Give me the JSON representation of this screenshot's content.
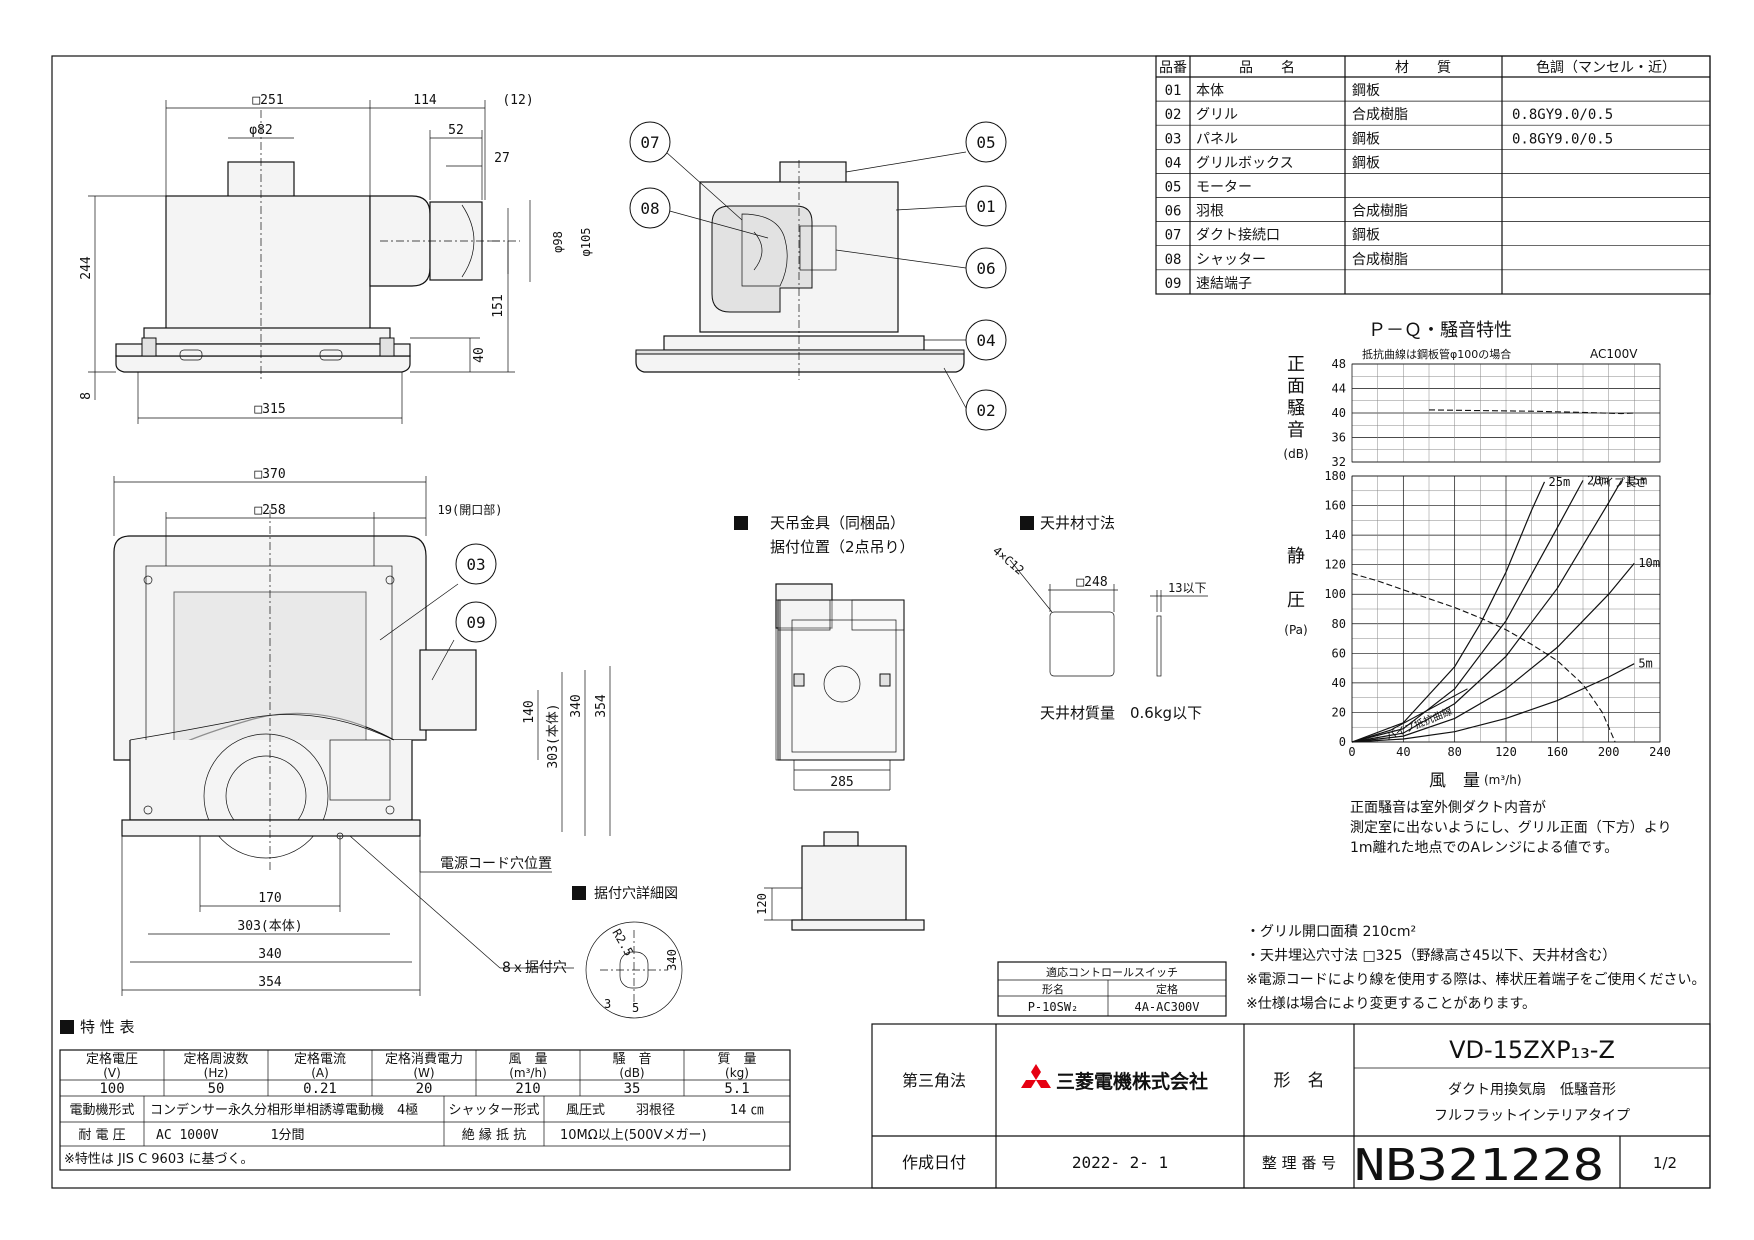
{
  "parts_table": {
    "headers": [
      "品番",
      "品　　名",
      "材　　質",
      "色調（マンセル・近）"
    ],
    "rows": [
      [
        "01",
        "本体",
        "鋼板",
        ""
      ],
      [
        "02",
        "グリル",
        "合成樹脂",
        "0.8GY9.0/0.5"
      ],
      [
        "03",
        "パネル",
        "鋼板",
        "0.8GY9.0/0.5"
      ],
      [
        "04",
        "グリルボックス",
        "鋼板",
        ""
      ],
      [
        "05",
        "モーター",
        "",
        ""
      ],
      [
        "06",
        "羽根",
        "合成樹脂",
        ""
      ],
      [
        "07",
        "ダクト接続口",
        "鋼板",
        ""
      ],
      [
        "08",
        "シャッター",
        "合成樹脂",
        ""
      ],
      [
        "09",
        "速結端子",
        "",
        ""
      ]
    ]
  },
  "dims_front": [
    "□251",
    "φ82",
    "114",
    "(12)",
    "52",
    "27",
    "φ98",
    "φ105",
    "244",
    "151",
    "40",
    "8",
    "□315"
  ],
  "dims_bottom": [
    "□370",
    "□258",
    "19(開口部)",
    "140",
    "303(本体)",
    "340",
    "354",
    "170",
    "303(本体)",
    "340",
    "354"
  ],
  "callouts": [
    "01",
    "02",
    "03",
    "04",
    "05",
    "06",
    "07",
    "08",
    "09"
  ],
  "notes_bottom": {
    "power_cord": "電源コード穴位置",
    "mount_holes": "8ｘ据付穴",
    "mount_detail_title": "据付穴詳細図",
    "detail_dims": [
      "R2.5",
      "340",
      "3",
      "5"
    ]
  },
  "hanger": {
    "title": "天吊金具（同梱品）",
    "subtitle": "据付位置（2点吊り）",
    "dim_285": "285",
    "dim_120": "120"
  },
  "ceiling": {
    "title": "天井材寸法",
    "corner": "4×C12",
    "size": "□248",
    "thickness": "13以下",
    "mass": "天井材質量　0.6kg以下"
  },
  "pq": {
    "title": "Ｐ－Ｑ・騒音特性",
    "noise_label": "正面騒音",
    "noise_unit": "(dB)",
    "noise_note": "抵抗曲線は鋼板管φ100の場合",
    "voltage": "AC100V",
    "pressure_label": "静　圧",
    "pressure_unit": "(Pa)",
    "x_label": "風　量",
    "x_unit": "(m³/h)",
    "pipe_label": "パイプ長さ",
    "resistance_label": "パイプ抵抗曲線",
    "notes": [
      "正面騒音は室外側ダクト内音が",
      "測定室に出ないようにし、グリル正面（下方）より",
      "1m離れた地点でのAレンジによる値です。"
    ]
  },
  "chart_data": {
    "type": "line",
    "x": [
      0,
      40,
      80,
      120,
      160,
      200,
      240
    ],
    "x_ticks": [
      "0",
      "40",
      "80",
      "120",
      "160",
      "200",
      "240"
    ],
    "noise_y_ticks": [
      "32",
      "36",
      "40",
      "44",
      "48"
    ],
    "noise_ylim": [
      32,
      48
    ],
    "pressure_y_ticks": [
      "0",
      "20",
      "40",
      "60",
      "80",
      "100",
      "120",
      "140",
      "160",
      "180"
    ],
    "pressure_ylim": [
      0,
      180
    ],
    "xlim": [
      0,
      240
    ],
    "noise_curve": [
      [
        60,
        40.5
      ],
      [
        100,
        40.4
      ],
      [
        140,
        40.3
      ],
      [
        180,
        40.1
      ],
      [
        210,
        39.9
      ],
      [
        220,
        40.0
      ]
    ],
    "pq_curve": [
      [
        0,
        114
      ],
      [
        20,
        109
      ],
      [
        40,
        103
      ],
      [
        60,
        97
      ],
      [
        80,
        91
      ],
      [
        100,
        84
      ],
      [
        120,
        76
      ],
      [
        140,
        66
      ],
      [
        160,
        55
      ],
      [
        180,
        39
      ],
      [
        195,
        20
      ],
      [
        205,
        0
      ]
    ],
    "resistance_curves": [
      {
        "label": "25m",
        "values": [
          [
            0,
            0
          ],
          [
            40,
            13
          ],
          [
            80,
            51
          ],
          [
            100,
            80
          ],
          [
            120,
            115
          ],
          [
            140,
            157
          ],
          [
            150,
            176
          ]
        ]
      },
      {
        "label": "20m",
        "values": [
          [
            0,
            0
          ],
          [
            40,
            9
          ],
          [
            80,
            36
          ],
          [
            120,
            82
          ],
          [
            160,
            145
          ],
          [
            180,
            177
          ]
        ]
      },
      {
        "label": "15m",
        "values": [
          [
            0,
            0
          ],
          [
            40,
            6
          ],
          [
            80,
            26
          ],
          [
            120,
            58
          ],
          [
            160,
            104
          ],
          [
            200,
            162
          ],
          [
            210,
            177
          ]
        ]
      },
      {
        "label": "10m",
        "values": [
          [
            0,
            0
          ],
          [
            40,
            4
          ],
          [
            80,
            16
          ],
          [
            120,
            36
          ],
          [
            160,
            64
          ],
          [
            200,
            100
          ],
          [
            220,
            121
          ]
        ]
      },
      {
        "label": "5m",
        "values": [
          [
            0,
            0
          ],
          [
            40,
            2
          ],
          [
            80,
            7
          ],
          [
            120,
            16
          ],
          [
            160,
            28
          ],
          [
            200,
            44
          ],
          [
            220,
            53
          ]
        ]
      }
    ],
    "bottom_curve": [
      [
        0,
        0
      ],
      [
        30,
        8
      ],
      [
        60,
        22
      ],
      [
        90,
        36
      ]
    ]
  },
  "spec": {
    "title": "特 性 表",
    "headers": [
      "定格電圧\n(V)",
      "定格周波数\n(Hz)",
      "定格電流\n(A)",
      "定格消費電力\n(W)",
      "風　量\n(m³/h)",
      "騒　音\n(dB)",
      "質　量\n(kg)"
    ],
    "header_top": [
      "定格電圧",
      "定格周波数",
      "定格電流",
      "定格消費電力",
      "風　量",
      "騒　音",
      "質　量"
    ],
    "header_unit": [
      "(V)",
      "(Hz)",
      "(A)",
      "(W)",
      "(m³/h)",
      "(dB)",
      "(kg)"
    ],
    "values": [
      "100",
      "50",
      "0.21",
      "20",
      "210",
      "35",
      "5.1"
    ],
    "motor_label": "電動機形式",
    "motor_value": "コンデンサー永久分相形単相誘導電動機　4極",
    "shutter_label": "シャッター形式",
    "shutter_value": "風圧式",
    "blade_label": "羽根径",
    "blade_value": "14 ㎝",
    "voltage_label": "耐 電 圧",
    "voltage_value": "AC 1000V　　　　1分間",
    "insulation_label": "絶 縁 抵 抗",
    "insulation_value": "10MΩ以上(500Vメガー)",
    "footnote": "※特性は JIS C 9603 に基づく。"
  },
  "switch_table": {
    "title": "適応コントロールスイッチ",
    "col1": "形名",
    "col2": "定格",
    "v1": "P-10SW₂",
    "v2": "4A-AC300V"
  },
  "notes_right": [
    "・グリル開口面積 210cm²",
    "・天井埋込穴寸法 □325（野縁高さ45以下、天井材含む）",
    "※電源コードにより線を使用する際は、棒状圧着端子をご使用ください。",
    "※仕様は場合により変更することがあります。"
  ],
  "title_block": {
    "projection": "第三角法",
    "company": "三菱電機株式会社",
    "model_label": "形　名",
    "model": "VD-15ZXP₁₃-Z",
    "desc1": "ダクト用換気扇　低騒音形",
    "desc2": "フルフラットインテリアタイプ",
    "date_label": "作成日付",
    "date": "2022- 2- 1",
    "number_label": "整 理 番 号",
    "number": "NB321228",
    "page": "1/2"
  },
  "colors": {
    "ink": "#111111",
    "paper": "#ffffff",
    "brand": "#e60012"
  }
}
